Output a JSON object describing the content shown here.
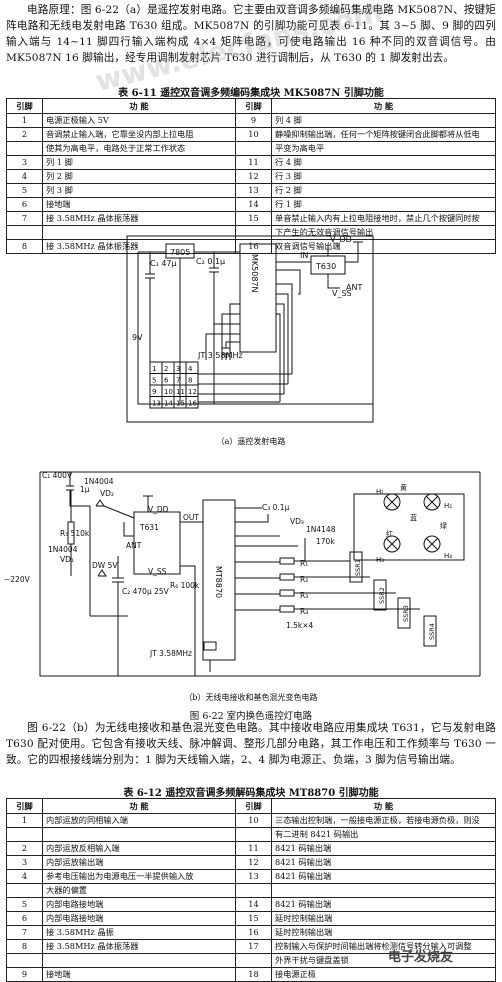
{
  "intro": "电路原理：图 6-22（a）是遥控发射电路。它主要由双音调多频编码集成电路 MK5087N、按键矩阵电路和无线电发射电路 T630 组成。MK5087N 的引脚功能可见表 6-11。其 3~5 脚、9 脚的四列输入端与 14~11 脚四行输入端构成 4×4 矩阵电路，可使电路输出 16 种不同的双音调信号。由 MK5087N 16 脚输出，经专用调制发射芯片 T630 进行调制后，从 T630 的 1 脚发射出去。",
  "table1": {
    "caption": "表 6-11   遥控双音调多频编码集成块 MK5087N 引脚功能",
    "headers": [
      "引脚",
      "功     能",
      "引脚",
      "功     能"
    ],
    "rows": [
      [
        "1",
        "电源正极输入 5V",
        "9",
        "列 4 脚"
      ],
      [
        "2",
        "音调禁止输入端，它靠坐没内部上拉电阻",
        "10",
        "静噪抑制输出端，任何一个矩阵按键闭合此脚都将从低电"
      ],
      [
        "",
        "使其为高电平，电路处于正常工作状态",
        "",
        "平变为高电平"
      ],
      [
        "3",
        "列 1 脚",
        "11",
        "行 4 脚"
      ],
      [
        "4",
        "列 2 脚",
        "12",
        "行 3 脚"
      ],
      [
        "5",
        "列 3 脚",
        "13",
        "行 2 脚"
      ],
      [
        "6",
        "接地端",
        "14",
        "行 1 脚"
      ],
      [
        "7",
        "接 3.58MHz 晶体振荡器",
        "15",
        "单音禁止输入内有上拉电阻接地时，禁止几个按键同时按"
      ],
      [
        "",
        "",
        "",
        "下产生的无效音调信号输出"
      ],
      [
        "8",
        "接 3.58MHz 晶体振荡器",
        "16",
        "双音调信号输出端"
      ]
    ]
  },
  "figA": {
    "caption": "（a）遥控发射电路",
    "ic_main": "MK5087N",
    "ic_reg": "7805",
    "ic_tx": "T630",
    "c1": "C₁ 47μ",
    "c2": "C₂ 0.1μ",
    "crystal": "JT 3.58MHz",
    "vdd": "V_DD",
    "vss": "V_SS",
    "battery": "9V",
    "ant": "ANT",
    "in": "IN",
    "keys": [
      "1",
      "2",
      "3",
      "4",
      "5",
      "6",
      "7",
      "8",
      "9",
      "10",
      "11",
      "12",
      "13",
      "14",
      "15",
      "16"
    ]
  },
  "figB": {
    "caption": "（b）无线电接收和基色混光变色电路",
    "ic_rx": "T631",
    "ic_dec": "MT8870",
    "vdd": "V_DD",
    "vss": "V_SS",
    "out": "OUT",
    "ant": "ANT",
    "c1": "C₁ 400V",
    "cap1u": "1μ",
    "r5": "R₅ 510k",
    "diode": "1N4004",
    "vd1": "VD₁",
    "vd2": "VD₂",
    "vd3": "VD₃",
    "vd3type": "1N4148",
    "dw": "DW 5V",
    "c2": "C₂ 470μ 25V",
    "c3": "C₃ 0.1μ",
    "r1": "R₁",
    "r2": "R₂",
    "r3": "R₃",
    "r4": "R₄",
    "rvals": "1.5k×4",
    "r6": "R₆ 100k",
    "r170": "170k",
    "crystal": "JT 3.58MHz",
    "mains": "~220V",
    "ssr": [
      "SSR1",
      "SSR2",
      "SSR3",
      "SSR4"
    ],
    "lamps": [
      "H₁",
      "H₂",
      "H₃",
      "H₄"
    ],
    "colors": [
      "黄",
      "蓝",
      "红",
      "绿"
    ]
  },
  "fig_caption": "图 6-22   室内换色遥控灯电路",
  "para2": "图 6-22（b）为无线电接收和基色混光变色电路。其中接收电路应用集成块 T631，它与发射电路 T630 配对使用。它包含有接收天线、脉冲解调、整形几部分电路，其工作电压和工作频率与 T630 一致。它的四根接线端分别为：1 脚为天线输入端，2、4 脚为电源正、负端，3 脚为信号输出端。",
  "table2": {
    "caption": "表 6-12   遥控双音调多频解码集成块 MT8870 引脚功能",
    "headers": [
      "引脚",
      "功     能",
      "引脚",
      "功     能"
    ],
    "rows": [
      [
        "1",
        "内部运放的同相输入端",
        "10",
        "三态输出控制端，一般接电源正极，若接电源负极，则没"
      ],
      [
        "",
        "",
        "",
        "有二进制 8421 码输出"
      ],
      [
        "2",
        "内部运放反相输入端",
        "11",
        "8421 码输出端"
      ],
      [
        "3",
        "内部运放输出端",
        "12",
        "8421 码输出端"
      ],
      [
        "4",
        "参考电压输出为电源电压一半提供输入放",
        "13",
        "8421 码输出端"
      ],
      [
        "",
        "大器的偏置",
        "",
        ""
      ],
      [
        "5",
        "内部电路接地端",
        "14",
        "8421 码输出端"
      ],
      [
        "6",
        "内部电路接地端",
        "15",
        "延时控制输出端"
      ],
      [
        "7",
        "接 3.58MHz 晶振",
        "16",
        "延时控制输出端"
      ],
      [
        "8",
        "接 3.58MHz 晶体振荡器",
        "17",
        "控制输入与保护时间输出端将检测信号转分输入可调整"
      ],
      [
        "",
        "",
        "",
        "外界干扰与键盘盖锁"
      ],
      [
        "9",
        "接地端",
        "18",
        "接电源正极"
      ]
    ]
  },
  "watermark": "www.elecfans.com",
  "watermark2": "电子发烧友"
}
